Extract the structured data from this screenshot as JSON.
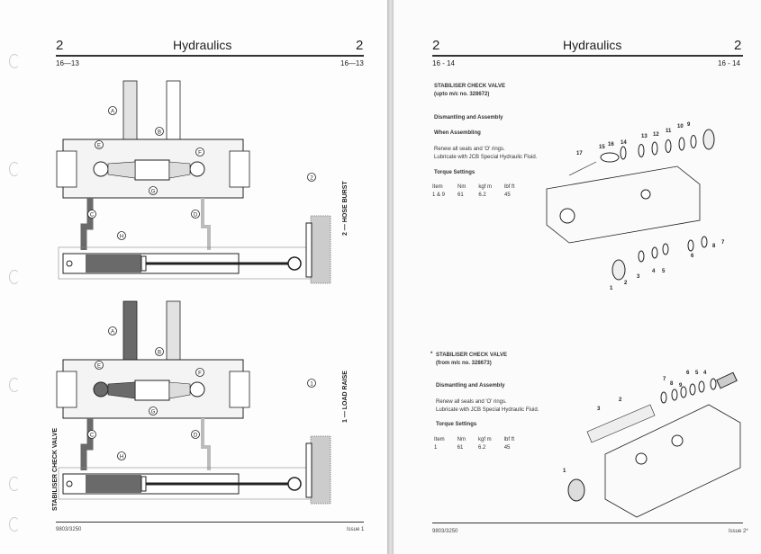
{
  "left_page": {
    "chapter_left": "2",
    "title": "Hydraulics",
    "chapter_right": "2",
    "page_left": "16—13",
    "page_right": "16—13",
    "figure_1": {
      "number": "2",
      "caption": "2 — HOSE BURST",
      "labels": [
        "A",
        "B",
        "C",
        "D",
        "E",
        "F",
        "G",
        "H"
      ]
    },
    "figure_2": {
      "number": "1",
      "caption": "1 — LOAD RAISE",
      "labels": [
        "A",
        "B",
        "C",
        "D",
        "E",
        "F",
        "G",
        "H"
      ]
    },
    "side_title": "STABILISER CHECK VALVE",
    "footer_code": "9803/3250",
    "footer_issue": "Issue 1"
  },
  "right_page": {
    "chapter_left": "2",
    "title": "Hydraulics",
    "chapter_right": "2",
    "page_left": "16 - 14",
    "page_right": "16 - 14",
    "section_1": {
      "title": "STABILISER CHECK VALVE",
      "subtitle": "(upto m/c no. 328672)",
      "heading": "Dismantling and Assembly",
      "subheading": "When Assembling",
      "line1": "Renew all seals and 'O' rings.",
      "line2": "Lubricate with JCB Special Hydraulic Fluid.",
      "torque_heading": "Torque Settings",
      "columns": [
        "Item",
        "Nm",
        "kgf m",
        "lbf ft"
      ],
      "row": [
        "1 & 9",
        "61",
        "6.2",
        "45"
      ],
      "part_numbers": [
        "17",
        "15",
        "16",
        "14",
        "13",
        "12",
        "11",
        "10",
        "9",
        "8",
        "7",
        "6",
        "5",
        "4",
        "3",
        "2",
        "1"
      ]
    },
    "section_2": {
      "marker": "*",
      "title": "STABILISER CHECK VALVE",
      "subtitle": "(from m/c no. 328673)",
      "heading": "Dismantling and Assembly",
      "line1": "Renew all seals and 'O' rings.",
      "line2": "Lubricate with JCB Special Hydraulic Fluid.",
      "torque_heading": "Torque Settings",
      "columns": [
        "Item",
        "Nm",
        "kgf m",
        "lbf ft"
      ],
      "row": [
        "1",
        "61",
        "6.2",
        "45"
      ],
      "part_numbers": [
        "1",
        "2",
        "3",
        "7",
        "8",
        "9",
        "6",
        "5",
        "4"
      ]
    },
    "footer_code": "9803/3250",
    "footer_issue": "Issue 2*"
  },
  "colors": {
    "oil_pressure": "#6a6a6a",
    "oil_return": "#e2e2e2",
    "ink": "#222222"
  }
}
